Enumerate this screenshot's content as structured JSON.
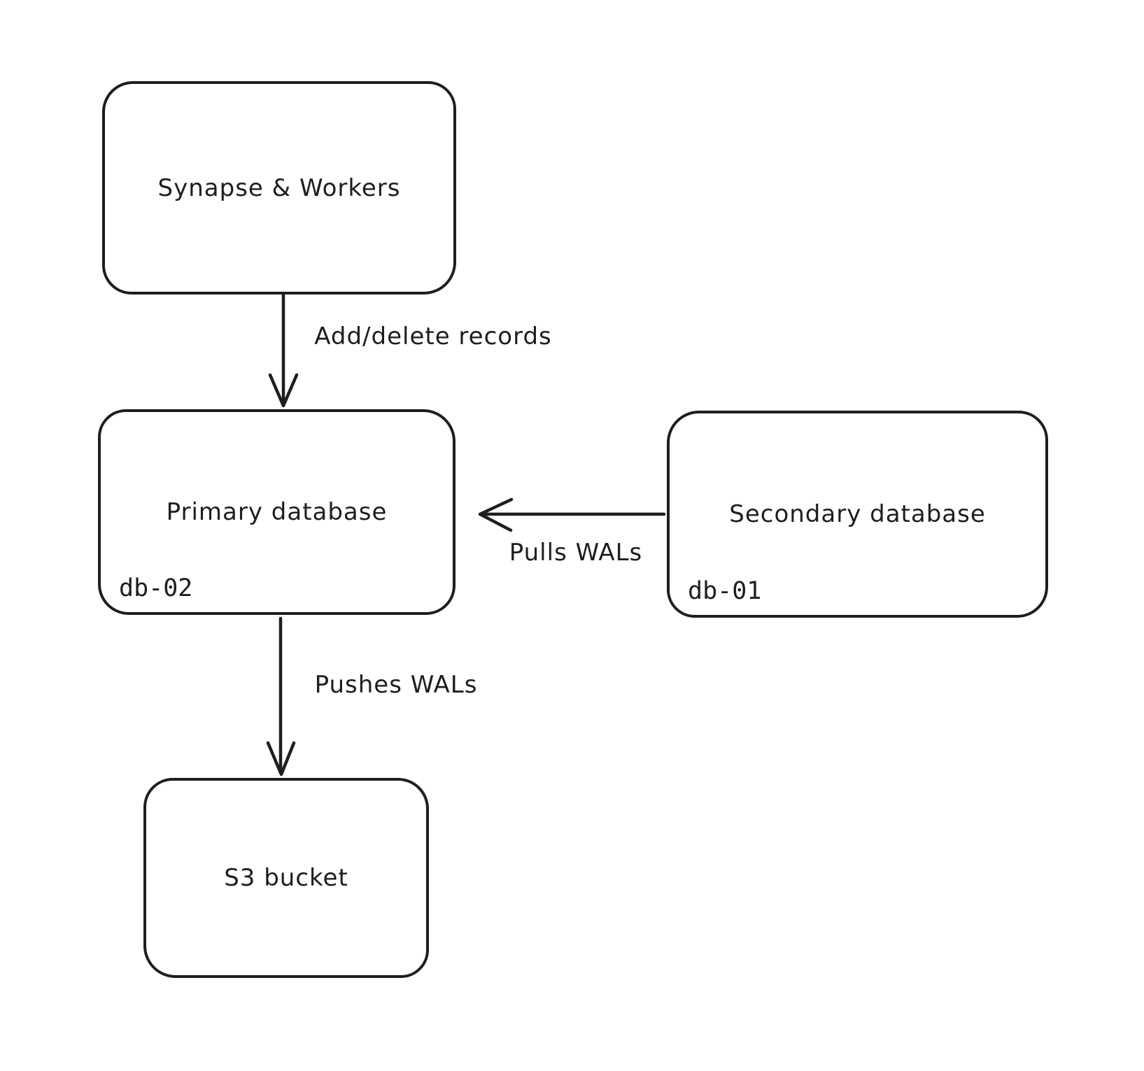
{
  "diagram": {
    "type": "flowchart",
    "style": "hand-drawn",
    "colors": {
      "stroke": "#1e1e1e",
      "background": "#ffffff"
    },
    "nodes": [
      {
        "id": "synapse-workers",
        "label": "Synapse & Workers"
      },
      {
        "id": "primary-database",
        "label": "Primary database",
        "sublabel": "db-02"
      },
      {
        "id": "secondary-database",
        "label": "Secondary database",
        "sublabel": "db-01"
      },
      {
        "id": "s3-bucket",
        "label": "S3 bucket"
      }
    ],
    "edges": [
      {
        "from": "synapse-workers",
        "to": "primary-database",
        "label": "Add/delete records",
        "direction": "down"
      },
      {
        "from": "secondary-database",
        "to": "primary-database",
        "label": "Pulls WALs",
        "direction": "left"
      },
      {
        "from": "primary-database",
        "to": "s3-bucket",
        "label": "Pushes WALs",
        "direction": "down"
      }
    ]
  }
}
